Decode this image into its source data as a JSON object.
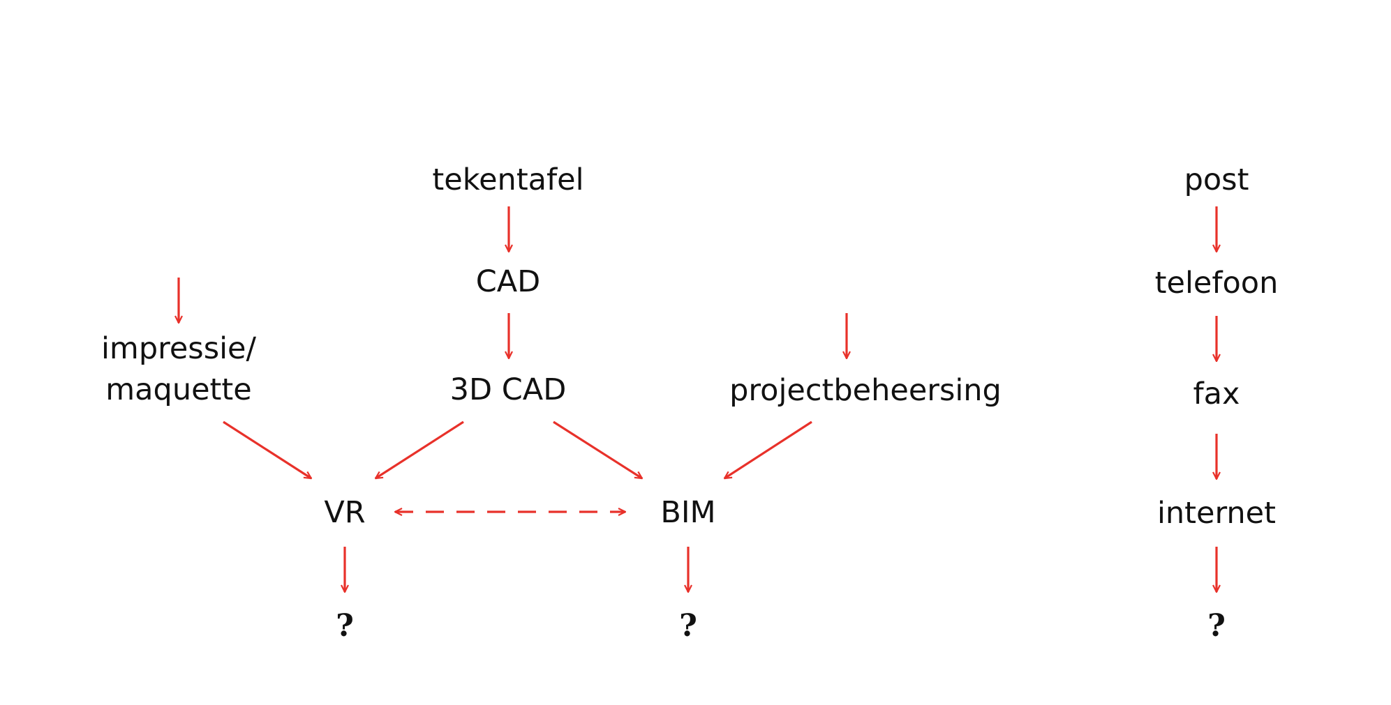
{
  "colors": {
    "arrow": "#e8312a",
    "text": "#111111",
    "background": "#ffffff"
  },
  "nodes": {
    "tekentafel": "tekentafel",
    "cad": "CAD",
    "cad3d": "3D CAD",
    "impressie_line1": "impressie/",
    "impressie_line2": "maquette",
    "projectbeheersing": "projectbeheersing",
    "vr": "VR",
    "bim": "BIM",
    "vr_future": "?",
    "bim_future": "?",
    "post": "post",
    "telefoon": "telefoon",
    "fax": "fax",
    "internet": "internet",
    "internet_future": "?"
  },
  "edges": [
    {
      "from": "tekentafel",
      "to": "cad",
      "style": "solid"
    },
    {
      "from": "cad",
      "to": "cad3d",
      "style": "solid"
    },
    {
      "from": "",
      "to": "impressie",
      "style": "solid"
    },
    {
      "from": "",
      "to": "projectbeheersing",
      "style": "solid"
    },
    {
      "from": "impressie",
      "to": "vr",
      "style": "solid"
    },
    {
      "from": "cad3d",
      "to": "vr",
      "style": "solid"
    },
    {
      "from": "cad3d",
      "to": "bim",
      "style": "solid"
    },
    {
      "from": "projectbeheersing",
      "to": "bim",
      "style": "solid"
    },
    {
      "from": "vr",
      "to": "bim",
      "style": "dashed",
      "bidirectional": true
    },
    {
      "from": "vr",
      "to": "vr_future",
      "style": "solid"
    },
    {
      "from": "bim",
      "to": "bim_future",
      "style": "solid"
    },
    {
      "from": "post",
      "to": "telefoon",
      "style": "solid"
    },
    {
      "from": "telefoon",
      "to": "fax",
      "style": "solid"
    },
    {
      "from": "fax",
      "to": "internet",
      "style": "solid"
    },
    {
      "from": "internet",
      "to": "internet_future",
      "style": "solid"
    }
  ]
}
